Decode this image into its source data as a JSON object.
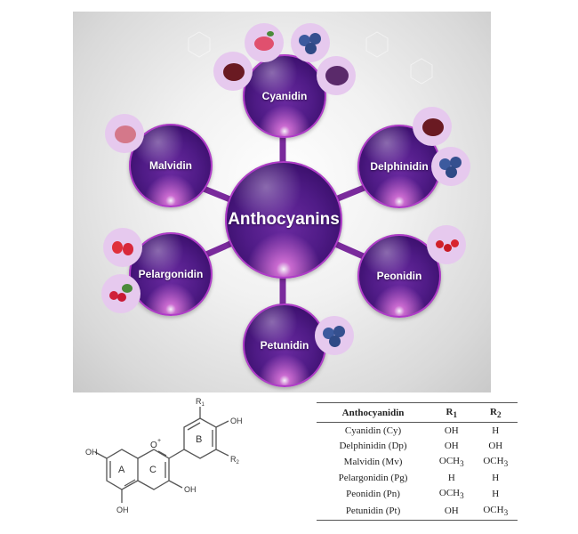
{
  "diagram": {
    "center": {
      "label": "Anthocyanins"
    },
    "nodes": [
      {
        "id": "cyanidin",
        "label": "Cyanidin",
        "sources": [
          "raspberry",
          "blueberry",
          "red-grapes",
          "red-cabbage"
        ]
      },
      {
        "id": "delphinidin",
        "label": "Delphinidin",
        "sources": [
          "red-grapes",
          "blueberry"
        ]
      },
      {
        "id": "peonidin",
        "label": "Peonidin",
        "sources": [
          "red-currant"
        ]
      },
      {
        "id": "petunidin",
        "label": "Petunidin",
        "sources": [
          "blueberry"
        ]
      },
      {
        "id": "pelargonidin",
        "label": "Pelargonidin",
        "sources": [
          "strawberry",
          "radish"
        ]
      },
      {
        "id": "malvidin",
        "label": "Malvidin",
        "sources": [
          "red-grapes"
        ]
      }
    ],
    "colors": {
      "bubble": "#4f1b86",
      "glow": "#e040d0",
      "connector": "#7a2a9c",
      "fruit_bg": "#e6c9ee"
    }
  },
  "structure": {
    "ring_labels": {
      "a": "A",
      "b": "B",
      "c": "C"
    },
    "substituents": {
      "r1": "R",
      "r1_sub": "1",
      "r2": "R",
      "r2_sub": "2",
      "oh": "OH",
      "oplus": "O"
    }
  },
  "table": {
    "headers": [
      "Anthocyanidin",
      "R1",
      "R2"
    ],
    "header_parts": {
      "r": "R",
      "s1": "1",
      "s2": "2"
    },
    "rows": [
      [
        "Cyanidin (Cy)",
        "OH",
        "H"
      ],
      [
        "Delphinidin (Dp)",
        "OH",
        "OH"
      ],
      [
        "Malvidin (Mv)",
        "OCH3",
        "OCH3"
      ],
      [
        "Pelargonidin (Pg)",
        "H",
        "H"
      ],
      [
        "Peonidin (Pn)",
        "OCH3",
        "H"
      ],
      [
        "Petunidin (Pt)",
        "OH",
        "OCH3"
      ]
    ]
  }
}
